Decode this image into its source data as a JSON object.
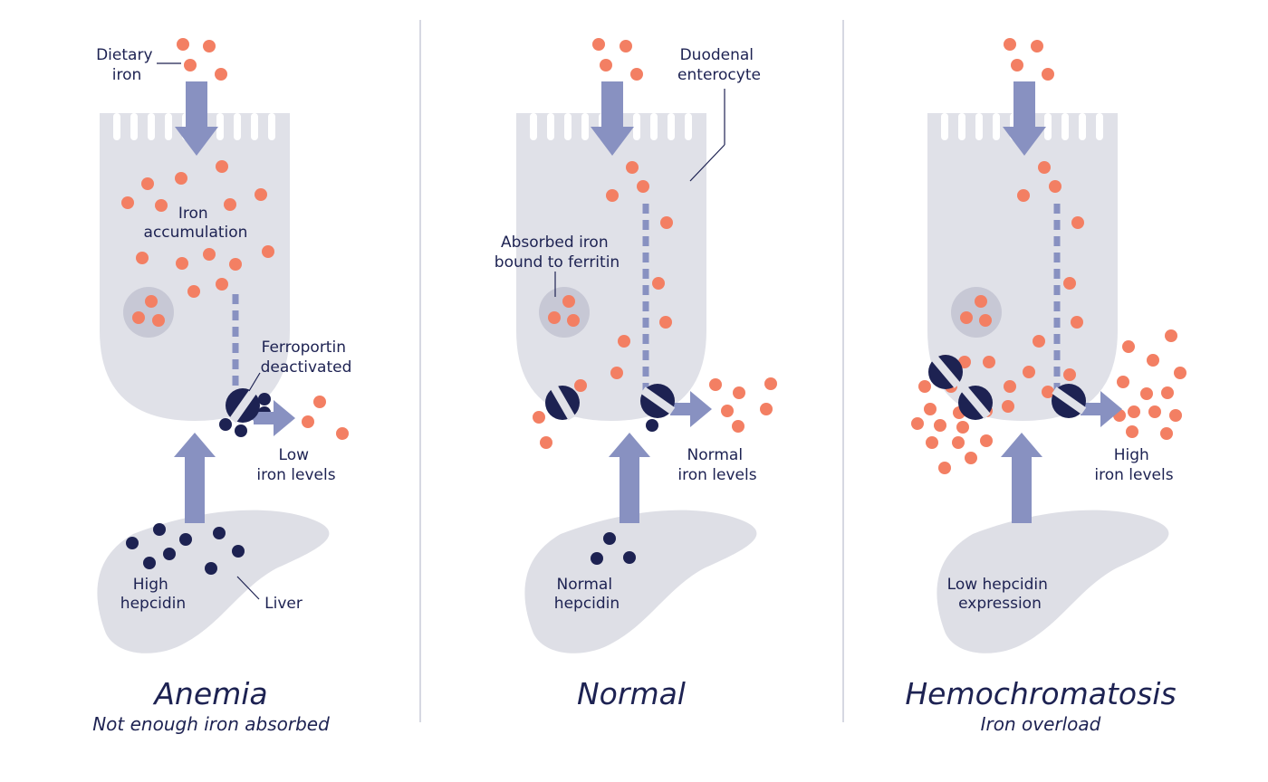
{
  "panels": [
    {
      "title": "Anemia",
      "subtitle": "Not enough iron absorbed",
      "labels": {
        "dietary_iron": [
          "Dietary",
          "iron"
        ],
        "cell_note": [
          "Iron",
          "accumulation"
        ],
        "ferroportin": [
          "Ferroportin",
          "deactivated"
        ],
        "output": [
          "Low",
          "iron levels"
        ],
        "hepcidin": [
          "High",
          "hepcidin"
        ],
        "liver": "Liver"
      }
    },
    {
      "title": "Normal",
      "subtitle": "",
      "labels": {
        "enterocyte": [
          "Duodenal",
          "enterocyte"
        ],
        "ferritin": [
          "Absorbed iron",
          "bound to ferritin"
        ],
        "output": [
          "Normal",
          "iron levels"
        ],
        "hepcidin": [
          "Normal",
          "hepcidin"
        ]
      }
    },
    {
      "title": "Hemochromatosis",
      "subtitle": "Iron overload",
      "labels": {
        "output": [
          "High",
          "iron levels"
        ],
        "hepcidin": [
          "Low hepcidin",
          "expression"
        ]
      }
    }
  ],
  "colors": {
    "iron": "#f37f63",
    "hepcidin": "#1d2252",
    "arrow": "#8891c1",
    "cell": "#e0e1e8"
  }
}
